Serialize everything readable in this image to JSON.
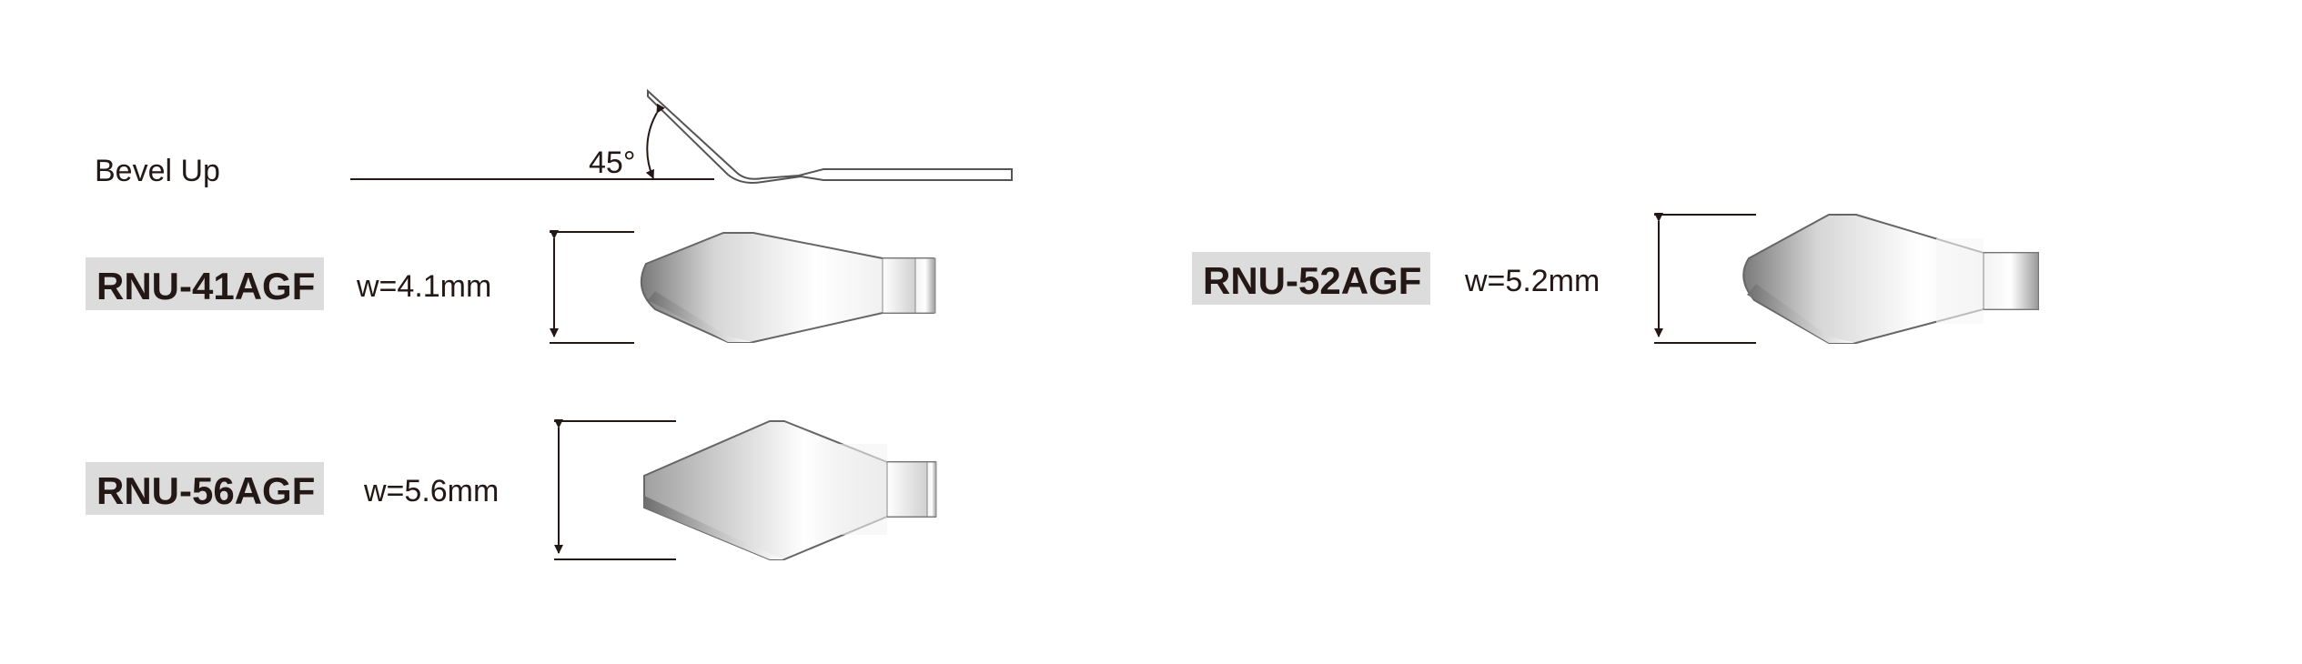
{
  "bevel": {
    "label": "Bevel Up",
    "angle_label": "45°"
  },
  "tips": [
    {
      "model": "RNU-41AGF",
      "width": "w=4.1mm"
    },
    {
      "model": "RNU-56AGF",
      "width": "w=5.6mm"
    },
    {
      "model": "RNU-52AGF",
      "width": "w=5.2mm"
    }
  ],
  "colors": {
    "text": "#231815",
    "label_bg": "#dcdcdc",
    "outline": "#666666"
  }
}
